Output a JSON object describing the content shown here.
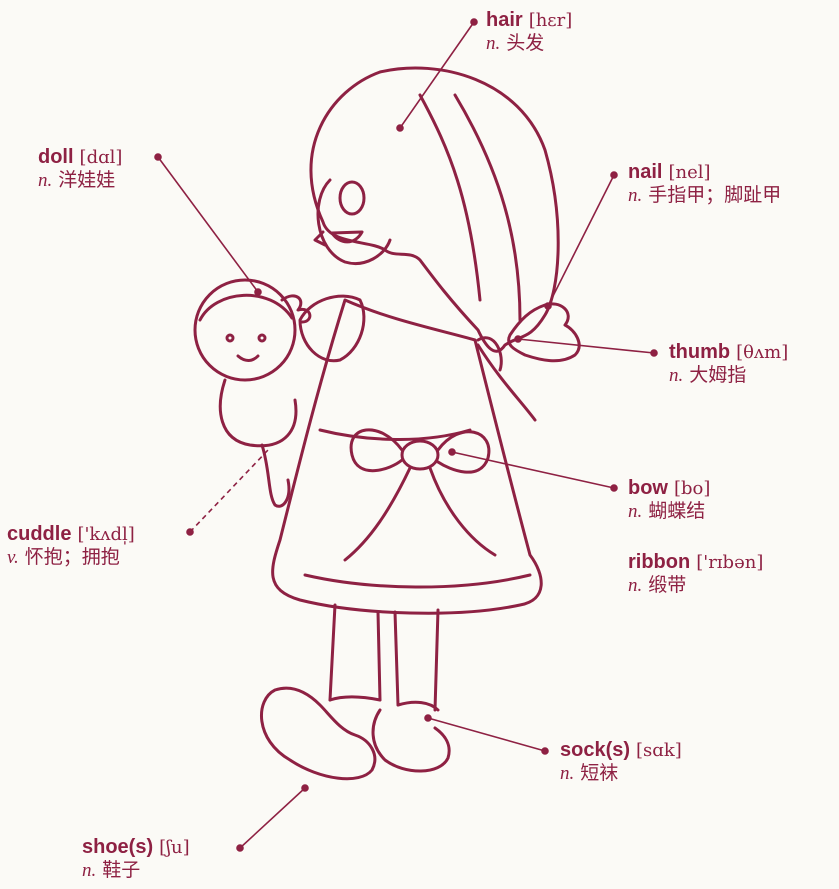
{
  "labels": {
    "hair": {
      "word": "hair",
      "ipa": "[hɛr]",
      "pos": "n.",
      "meaning": "头发"
    },
    "doll": {
      "word": "doll",
      "ipa": "[dɑl]",
      "pos": "n.",
      "meaning": "洋娃娃"
    },
    "nail": {
      "word": "nail",
      "ipa": "[nel]",
      "pos": "n.",
      "meaning": "手指甲；脚趾甲"
    },
    "thumb": {
      "word": "thumb",
      "ipa": "[θʌm]",
      "pos": "n.",
      "meaning": "大姆指"
    },
    "bow": {
      "word": "bow",
      "ipa": "[bo]",
      "pos": "n.",
      "meaning": "蝴蝶结"
    },
    "ribbon": {
      "word": "ribbon",
      "ipa": "['rɪbən]",
      "pos": "n.",
      "meaning": "缎带"
    },
    "cuddle": {
      "word": "cuddle",
      "ipa": "['kʌdl̩]",
      "pos": "v.",
      "meaning": "怀抱；拥抱"
    },
    "sock": {
      "word": "sock(s)",
      "ipa": "[sɑk]",
      "pos": "n.",
      "meaning": "短袜"
    },
    "shoe": {
      "word": "shoe(s)",
      "ipa": "[ʃu]",
      "pos": "n.",
      "meaning": "鞋子"
    }
  },
  "colors": {
    "ink": "#8e2143",
    "background": "#fbfaf6"
  }
}
